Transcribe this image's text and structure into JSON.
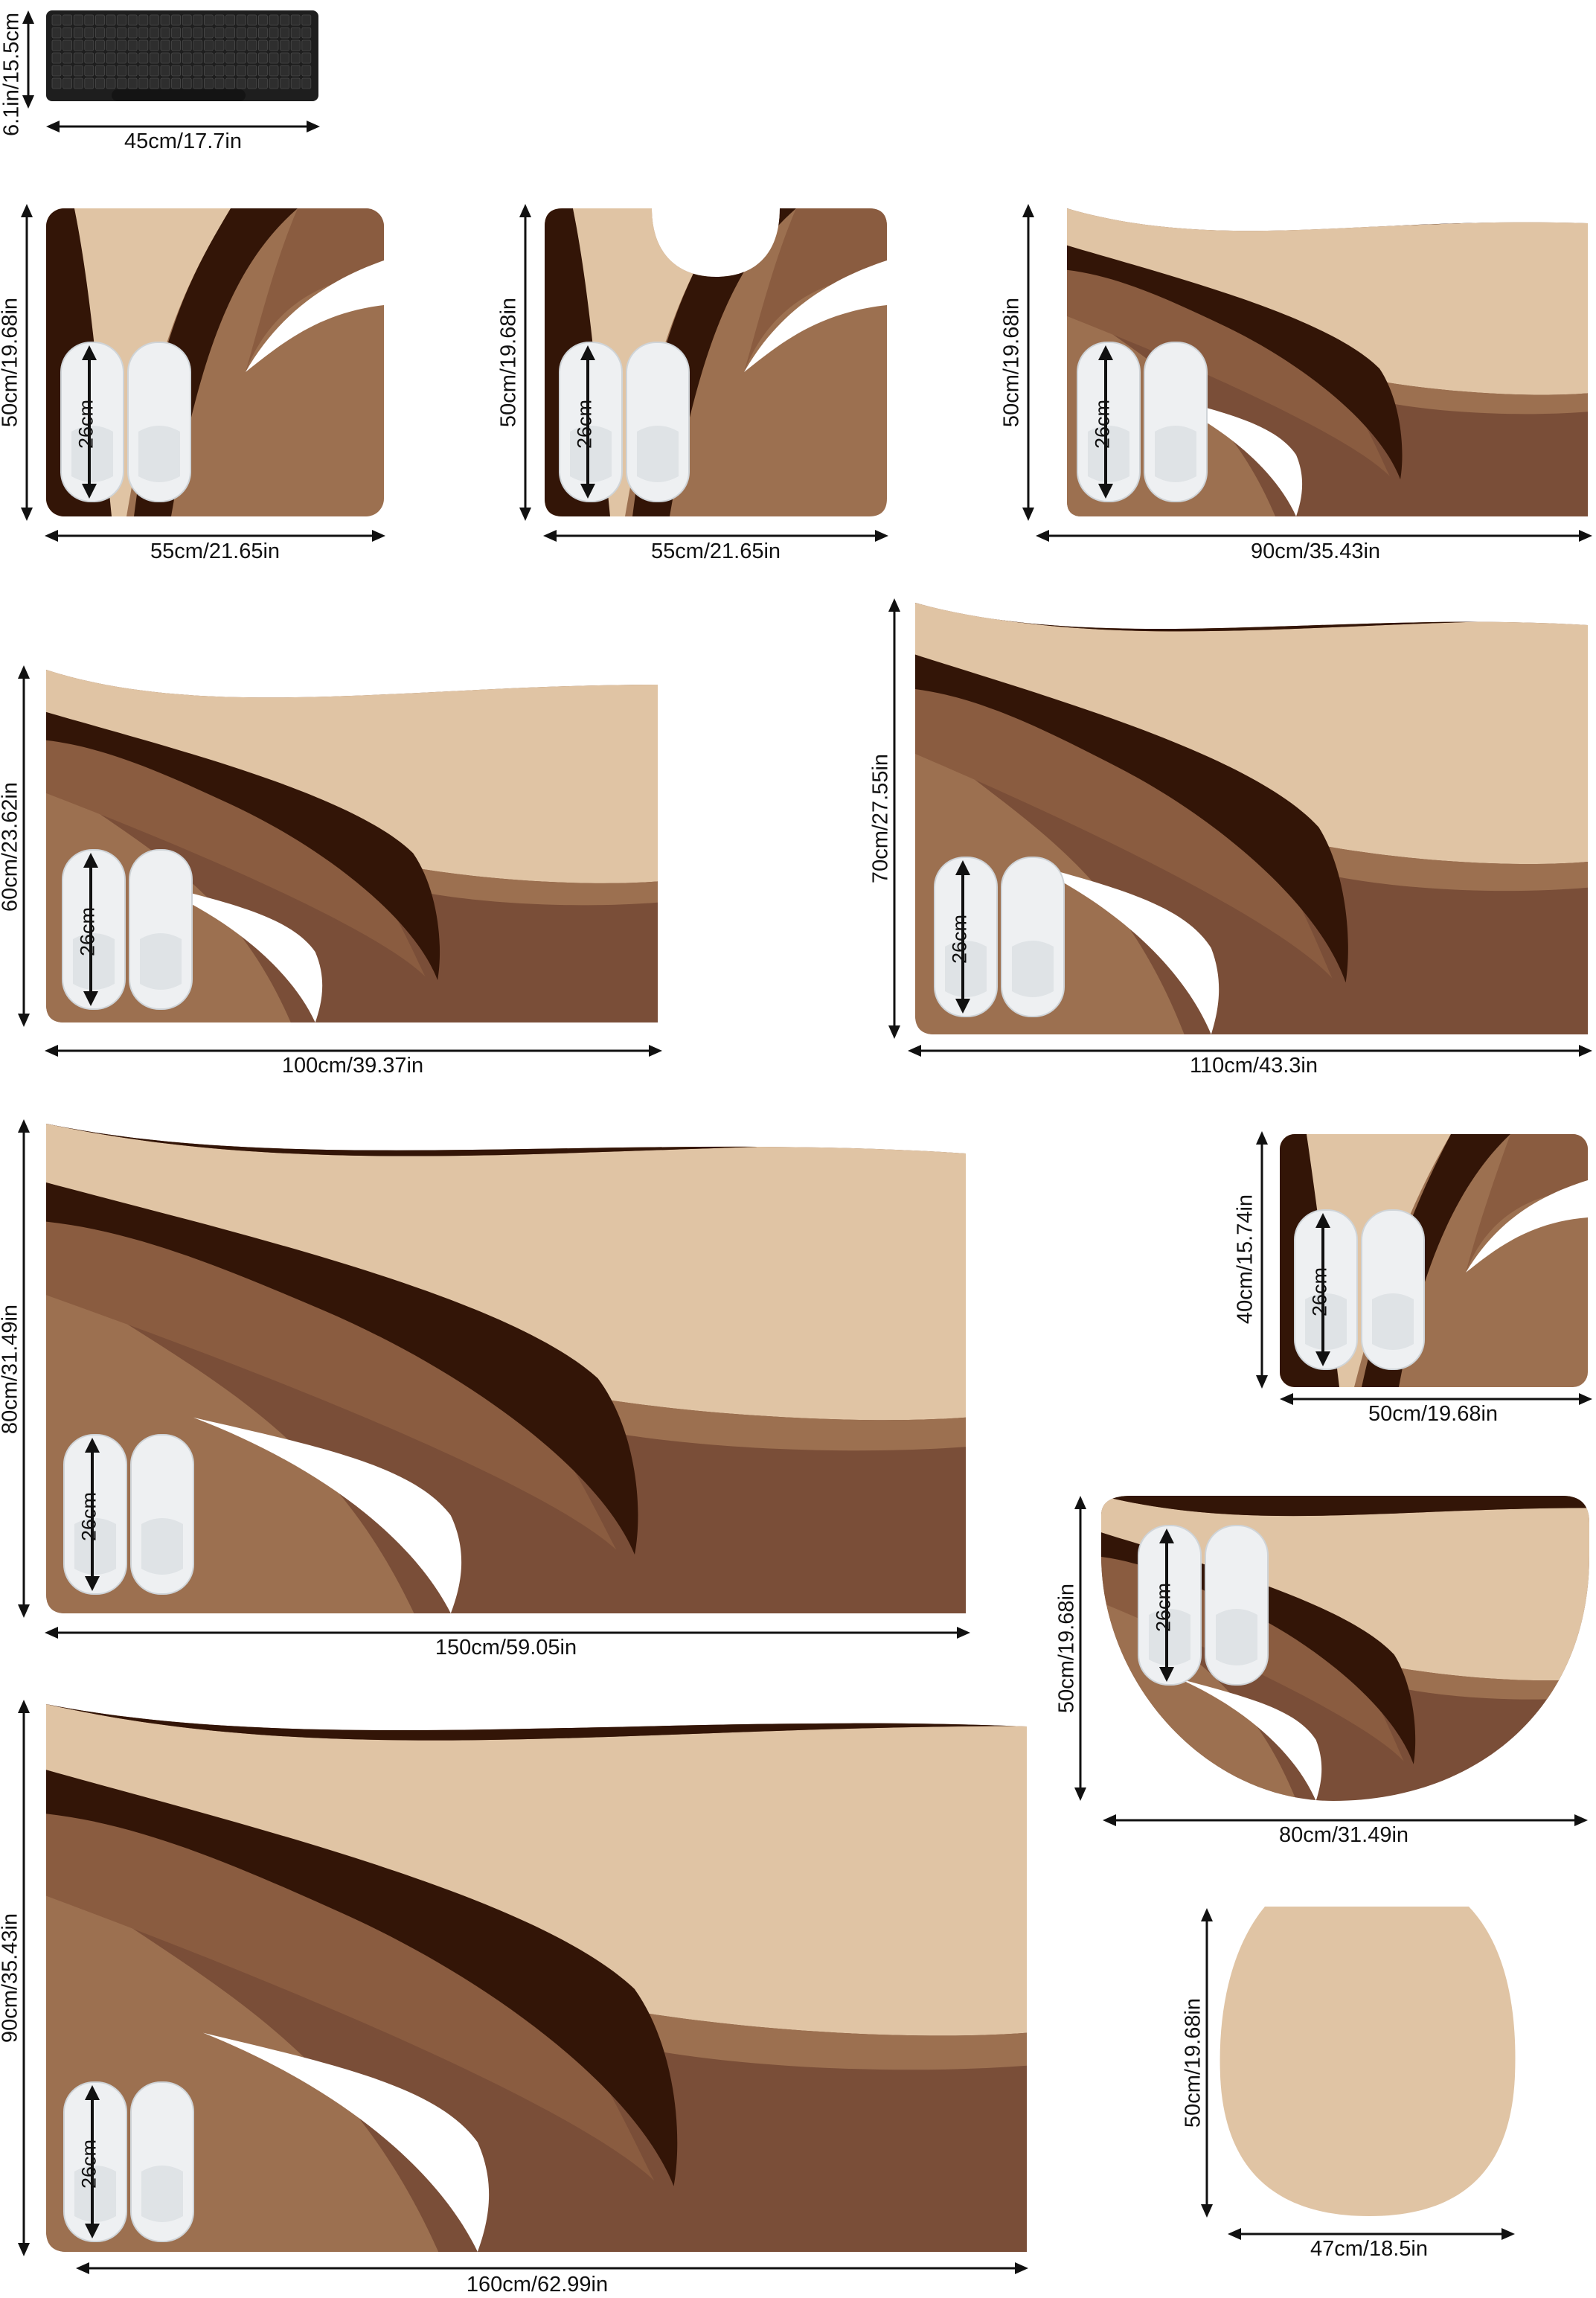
{
  "colors": {
    "tan": "#E0C4A4",
    "mid": "#9C7050",
    "brownA": "#8A5C40",
    "rust": "#7A4E38",
    "dark": "#331507",
    "white": "#FFFFFF",
    "slipper": "#EEF0F2",
    "keyboard": "#1E1E1E",
    "arrow": "#111111"
  },
  "keyboard": {
    "width_label": "45cm/17.7in",
    "height_label": "6.1in/15.5cm"
  },
  "slipper_label": "26cm",
  "mats": [
    {
      "id": "mat-55x50-rect",
      "width_label": "55cm/21.65in",
      "height_label": "50cm/19.68in"
    },
    {
      "id": "mat-55x50-u",
      "width_label": "55cm/21.65in",
      "height_label": "50cm/19.68in"
    },
    {
      "id": "mat-90x50",
      "width_label": "90cm/35.43in",
      "height_label": "50cm/19.68in"
    },
    {
      "id": "mat-100x60",
      "width_label": "100cm/39.37in",
      "height_label": "60cm/23.62in"
    },
    {
      "id": "mat-110x70",
      "width_label": "110cm/43.3in",
      "height_label": "70cm/27.55in"
    },
    {
      "id": "mat-150x80",
      "width_label": "150cm/59.05in",
      "height_label": "80cm/31.49in"
    },
    {
      "id": "mat-50x40",
      "width_label": "50cm/19.68in",
      "height_label": "40cm/15.74in"
    },
    {
      "id": "mat-80x50-half",
      "width_label": "80cm/31.49in",
      "height_label": "50cm/19.68in"
    },
    {
      "id": "mat-160x90",
      "width_label": "160cm/62.99in",
      "height_label": "90cm/35.43in"
    },
    {
      "id": "lid-cover-47x50",
      "width_label": "47cm/18.5in",
      "height_label": "50cm/19.68in"
    }
  ]
}
